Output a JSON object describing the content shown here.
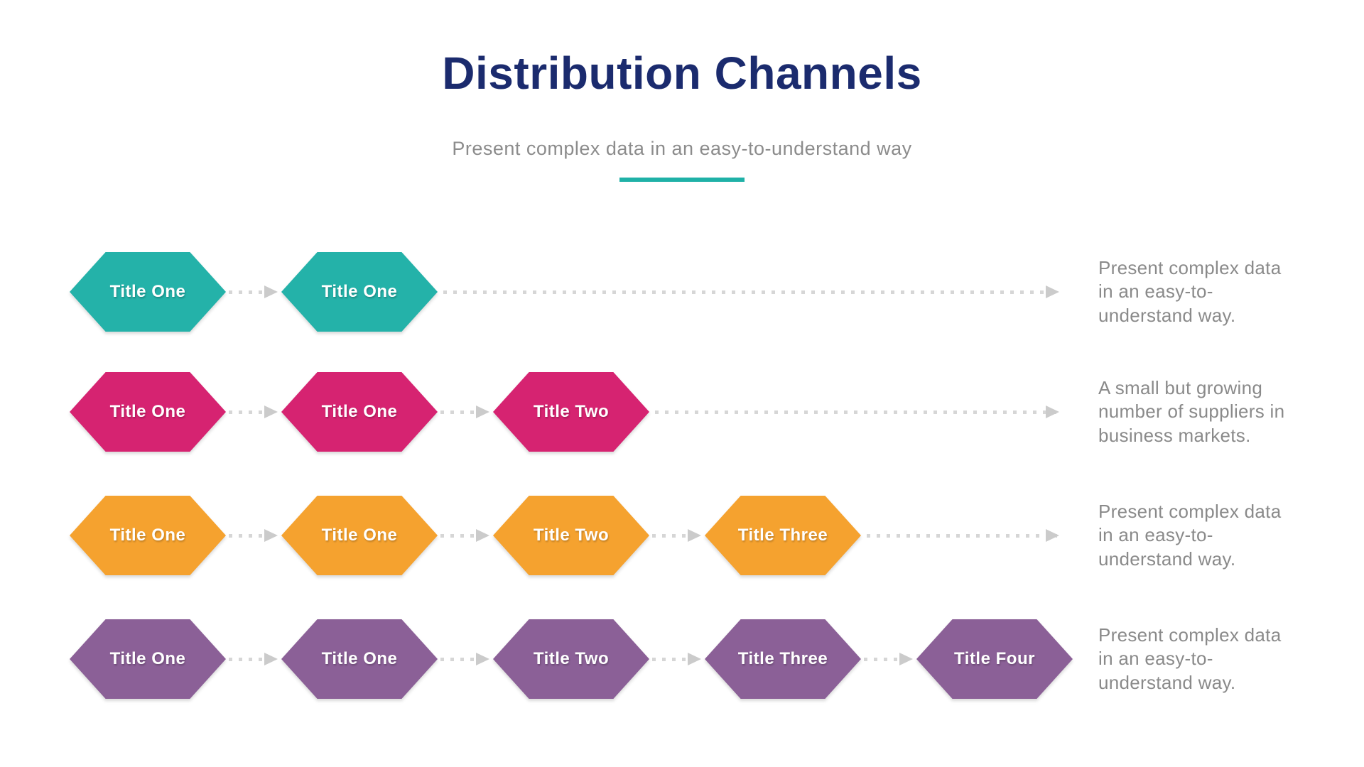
{
  "page": {
    "title": "Distribution Channels",
    "subtitle": "Present complex data in an easy-to-understand way",
    "title_color": "#1B2B6E",
    "subtitle_color": "#8C8C8C",
    "divider_color": "#1FB1A7",
    "background_color": "#FFFFFF",
    "connector_color": "#D6D6D6",
    "arrowhead_color": "#CBCBCB",
    "description_color": "#8A8A8A"
  },
  "rows": [
    {
      "color": "#24B2A9",
      "items": [
        {
          "label": "Title One"
        },
        {
          "label": "Title One"
        }
      ],
      "description": "Present complex data\nin an easy-to-\nunderstand way."
    },
    {
      "color": "#D62371",
      "items": [
        {
          "label": "Title One"
        },
        {
          "label": "Title One"
        },
        {
          "label": "Title Two"
        }
      ],
      "description": "A small but growing\nnumber of suppliers in\nbusiness markets."
    },
    {
      "color": "#F5A22F",
      "items": [
        {
          "label": "Title One"
        },
        {
          "label": "Title One"
        },
        {
          "label": "Title Two"
        },
        {
          "label": "Title Three"
        }
      ],
      "description": "Present complex data\nin an easy-to-\nunderstand way."
    },
    {
      "color": "#8B6097",
      "items": [
        {
          "label": "Title One"
        },
        {
          "label": "Title One"
        },
        {
          "label": "Title Two"
        },
        {
          "label": "Title Three"
        },
        {
          "label": "Title Four"
        }
      ],
      "description": "Present complex data\nin an easy-to-\nunderstand way."
    }
  ]
}
